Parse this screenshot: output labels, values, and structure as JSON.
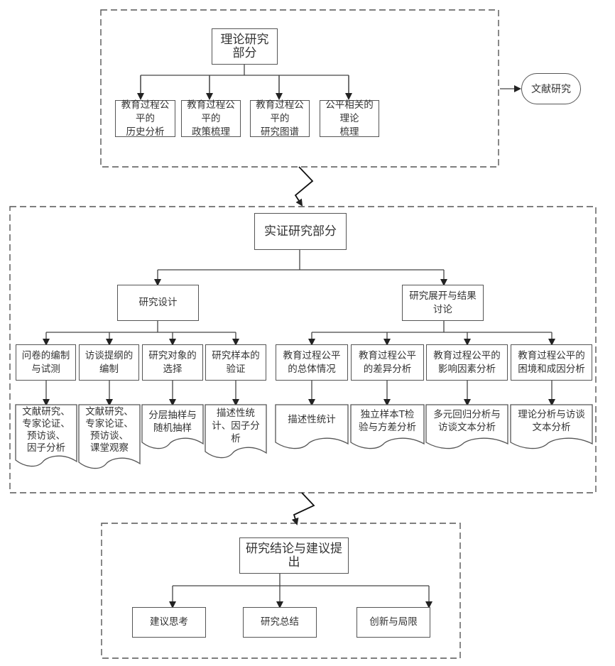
{
  "theory": {
    "title": "理论研究部分",
    "items": [
      "教育过程公平的\n历史分析",
      "教育过程公平的\n政策梳理",
      "教育过程公平的\n研究图谱",
      "公平相关的理论\n梳理"
    ],
    "method": "文献研究"
  },
  "empirical": {
    "title": "实证研究部分",
    "design": {
      "title": "研究设计",
      "items": [
        "问卷的编制\n与试测",
        "访谈提纲的\n编制",
        "研究对象的\n选择",
        "研究样本的\n验证"
      ],
      "methods": [
        "文献研究、\n专家论证、\n预访谈、\n因子分析",
        "文献研究、\n专家论证、\n预访谈、\n课堂观察",
        "分层抽样与\n随机抽样",
        "描述性统\n计、因子分\n析"
      ]
    },
    "results": {
      "title": "研究展开与结果\n讨论",
      "items": [
        "教育过程公平\n的总体情况",
        "教育过程公平\n的差异分析",
        "教育过程公平的\n影响因素分析",
        "教育过程公平的\n困境和成因分析"
      ],
      "methods": [
        "描述性统计",
        "独立样本T检\n验与方差分析",
        "多元回归分析与\n访谈文本分析",
        "理论分析与访谈\n文本分析"
      ]
    }
  },
  "conclusion": {
    "title": "研究结论与建议提出",
    "items": [
      "建议思考",
      "研究总结",
      "创新与局限"
    ]
  }
}
